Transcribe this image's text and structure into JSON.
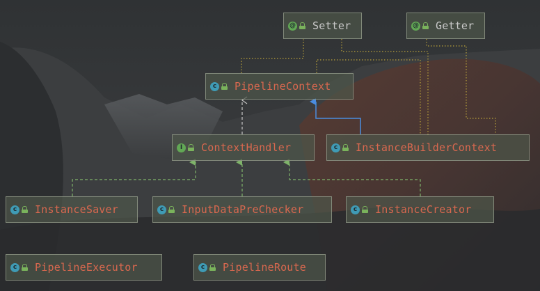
{
  "colors": {
    "class_badge": "#3f9bb5",
    "interface_badge": "#62a855",
    "annotation_badge": "#62a855",
    "class_name": "#d9684f",
    "annotation_name": "#c9c9c9",
    "realization_edge": "#7fb36a",
    "generalization_edge": "#4a8de0",
    "annotation_edge": "#b8a03a",
    "dependency_edge": "#c4c4c4",
    "background": "#34373a"
  },
  "nodes": {
    "setter": {
      "kind": "annotation",
      "badge": "@",
      "name": "Setter",
      "icon": "annotation-icon"
    },
    "getter": {
      "kind": "annotation",
      "badge": "@",
      "name": "Getter",
      "icon": "annotation-icon"
    },
    "pipeline_context": {
      "kind": "class",
      "badge": "c",
      "name": "PipelineContext",
      "icon": "class-icon"
    },
    "context_handler": {
      "kind": "interface",
      "badge": "I",
      "name": "ContextHandler",
      "icon": "interface-icon"
    },
    "instance_builder_context": {
      "kind": "class",
      "badge": "c",
      "name": "InstanceBuilderContext",
      "icon": "class-icon"
    },
    "instance_saver": {
      "kind": "class",
      "badge": "c",
      "name": "InstanceSaver",
      "icon": "class-icon"
    },
    "input_data_pre_checker": {
      "kind": "class",
      "badge": "c",
      "name": "InputDataPreChecker",
      "icon": "class-icon"
    },
    "instance_creator": {
      "kind": "class",
      "badge": "c",
      "name": "InstanceCreator",
      "icon": "class-icon"
    },
    "pipeline_executor": {
      "kind": "class",
      "badge": "c",
      "name": "PipelineExecutor",
      "icon": "class-icon"
    },
    "pipeline_route": {
      "kind": "class",
      "badge": "c",
      "name": "PipelineRoute",
      "icon": "class-icon"
    }
  },
  "edges": [
    {
      "from": "instance_saver",
      "to": "context_handler",
      "kind": "realization"
    },
    {
      "from": "input_data_pre_checker",
      "to": "context_handler",
      "kind": "realization"
    },
    {
      "from": "instance_creator",
      "to": "context_handler",
      "kind": "realization"
    },
    {
      "from": "instance_builder_context",
      "to": "pipeline_context",
      "kind": "generalization"
    },
    {
      "from": "context_handler",
      "to": "pipeline_context",
      "kind": "dependency"
    },
    {
      "from": "pipeline_context",
      "to": "setter",
      "kind": "annotation"
    },
    {
      "from": "instance_builder_context",
      "to": "setter",
      "kind": "annotation"
    },
    {
      "from": "instance_builder_context",
      "to": "getter",
      "kind": "annotation"
    }
  ]
}
